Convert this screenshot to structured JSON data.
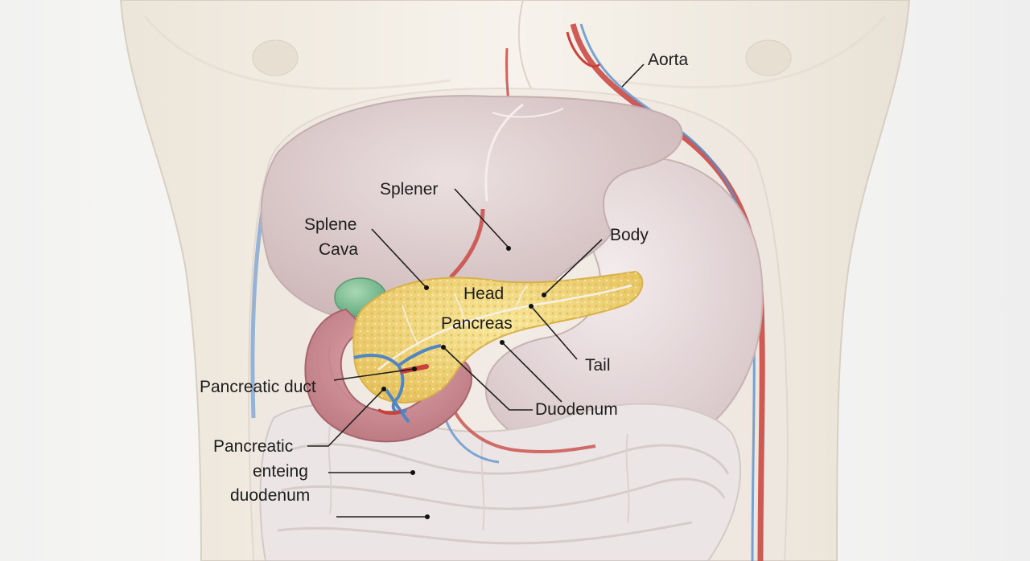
{
  "diagram": {
    "labels": {
      "aorta": "Aorta",
      "splener": "Splener",
      "splene": "Splene",
      "cava": "Cava",
      "body": "Body",
      "head": "Head",
      "pancreas": "Pancreas",
      "tail": "Tail",
      "pancreatic_duct": "Pancreatic duct",
      "duodenum": "Duodenum",
      "pancreatic": "Pancreatic",
      "enteing": "enteing",
      "duodenum_lower": "duodenum"
    },
    "colors": {
      "skin": "#f3eee4",
      "liver": "#e2d4d4",
      "stomach": "#e9dfe0",
      "pancreas": "#f0d77a",
      "duodenum": "#d49aa0",
      "intestine": "#e8e4e3",
      "artery": "#c8413c",
      "vein": "#5a8fc9",
      "gallbladder": "#86c39c"
    }
  }
}
